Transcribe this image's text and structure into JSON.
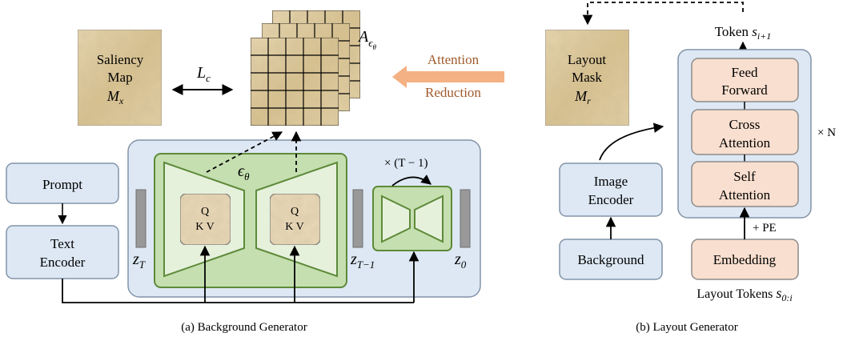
{
  "panel_a": {
    "caption": "(a) Background Generator",
    "saliency_map": {
      "line1": "Saliency",
      "line2": "Map",
      "symbol": "M",
      "subscript": "x"
    },
    "loss": {
      "symbol": "L",
      "subscript": "c"
    },
    "attention_map": {
      "symbol": "A",
      "subscript": "ϵ",
      "subsubscript": "θ"
    },
    "reduction_arrow": {
      "line1": "Attention",
      "line2": "Reduction"
    },
    "prompt": "Prompt",
    "text_encoder": {
      "line1": "Text",
      "line2": "Encoder"
    },
    "unet_label": {
      "symbol": "ϵ",
      "subscript": "θ"
    },
    "attention_block_left": {
      "line1": "Q",
      "line2": "K V"
    },
    "attention_block_right": {
      "line1": "Q",
      "line2": "K V"
    },
    "repeat_label": "× (T − 1)",
    "latent_t": {
      "symbol": "z",
      "subscript": "T"
    },
    "latent_t_minus_1": {
      "symbol": "z",
      "subscript": "T−1"
    },
    "latent_0": {
      "symbol": "z",
      "subscript": "0"
    }
  },
  "panel_b": {
    "caption": "(b) Layout Generator",
    "layout_mask": {
      "line1": "Layout",
      "line2": "Mask",
      "symbol": "M",
      "subscript": "r"
    },
    "token_output": {
      "prefix": "Token ",
      "symbol": "s",
      "subscript": "i+1"
    },
    "feed_forward": {
      "line1": "Feed",
      "line2": "Forward"
    },
    "cross_attention": {
      "line1": "Cross",
      "line2": "Attention"
    },
    "self_attention": {
      "line1": "Self",
      "line2": "Attention"
    },
    "repeat_label": "× N",
    "image_encoder": {
      "line1": "Image",
      "line2": "Encoder"
    },
    "background": "Background",
    "pe_label": "+ PE",
    "embedding": "Embedding",
    "layout_tokens": {
      "prefix": "Layout Tokens ",
      "symbol": "s",
      "subscript": "0:i"
    }
  },
  "colors": {
    "blue_fill": "#dde8f4",
    "blue_stroke": "#8294a8",
    "green_fill": "#c5dfb0",
    "green_light": "#e6f1dc",
    "green_stroke": "#5e8a3a",
    "beige_fill": "#f9dfcf",
    "beige_stroke": "#8c8c8c",
    "parchment": "#dcc9a0",
    "arrow_orange": "#f4b183",
    "label_brown": "#a05a2c",
    "latent_gray": "#999999"
  }
}
